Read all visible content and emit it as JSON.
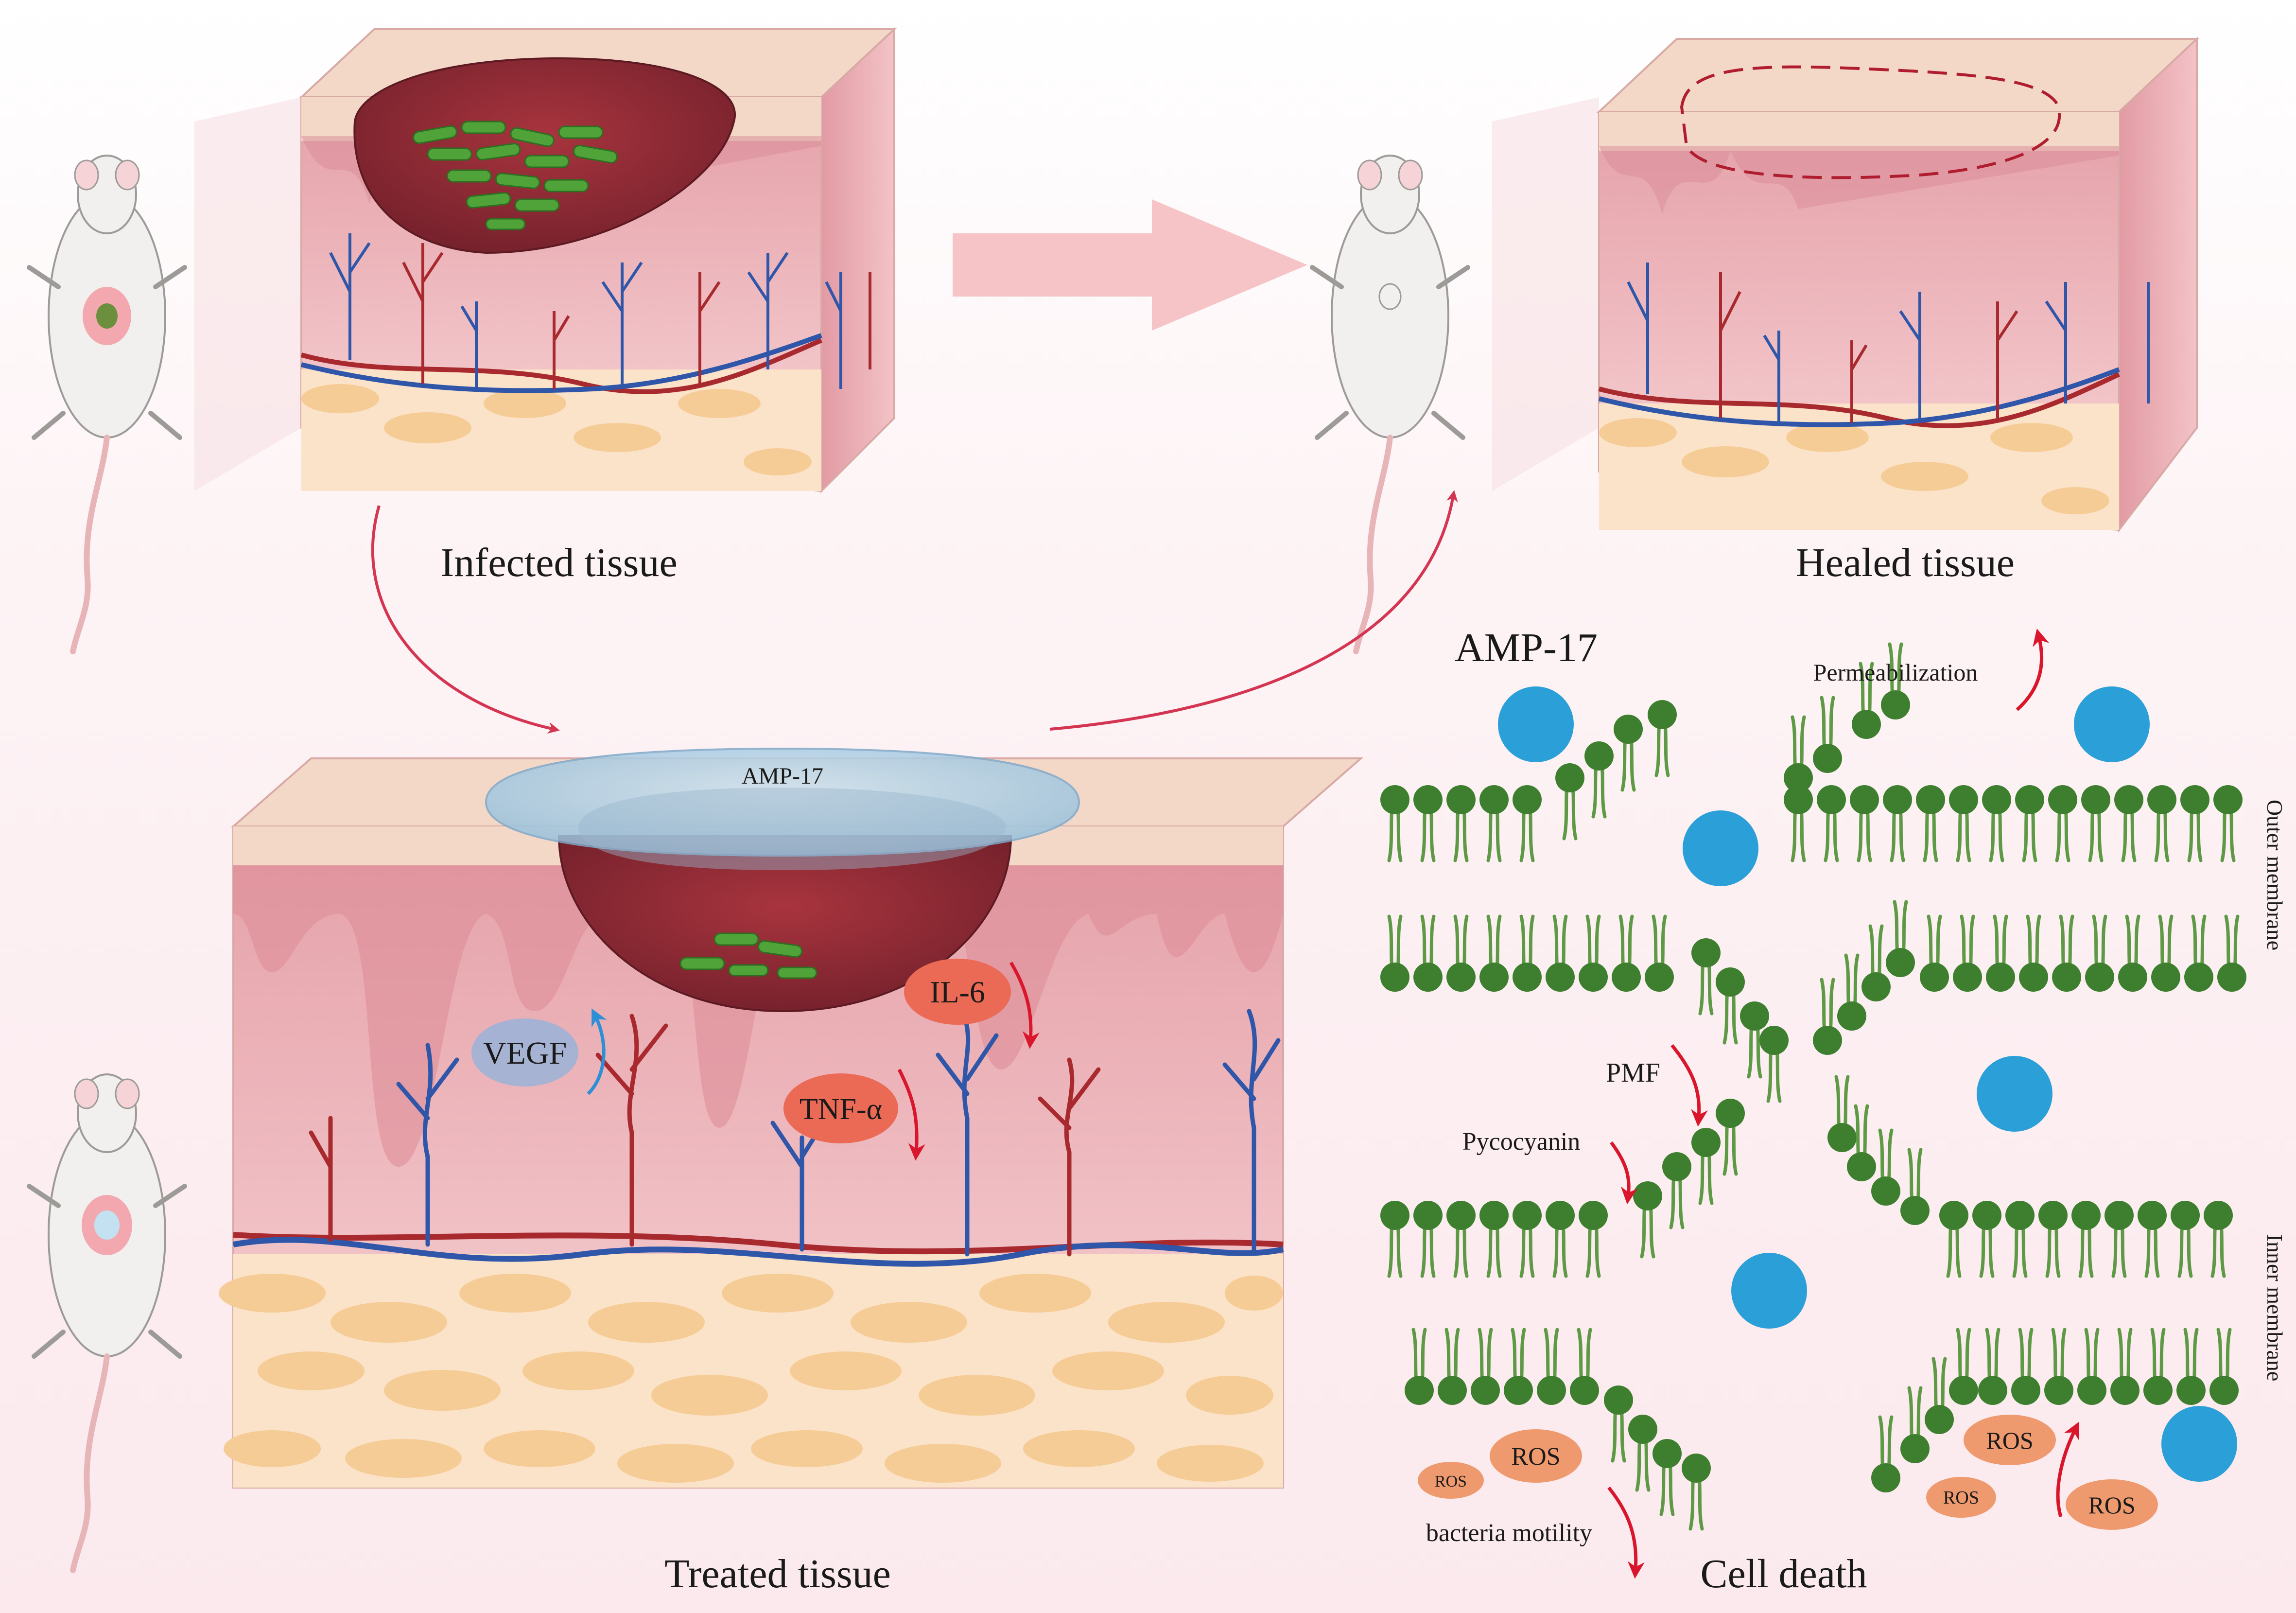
{
  "labels": {
    "infected_tissue": "Infected tissue",
    "healed_tissue": "Healed tissue",
    "treated_tissue": "Treated tissue",
    "cell_death": "Cell death",
    "amp_legend": "AMP-17",
    "amp_gel": "AMP-17",
    "permeabilization": "Permeabilization",
    "outer_membrane": "Outer membrane",
    "inner_membrane": "Inner membrane",
    "pmf": "PMF",
    "pyocyanin": "Pycocyanin",
    "bacteria_motility": "bacteria motility",
    "vegf": "VEGF",
    "il6": "IL-6",
    "tnf": "TNF-α",
    "ros_1": "ROS",
    "ros_2": "ROS",
    "ros_3": "ROS",
    "ros_4": "ROS",
    "ros_5": "ROS"
  },
  "indicators": {
    "vegf": "up",
    "il6": "down",
    "tnf": "down",
    "permeabilization": "up",
    "pmf": "down",
    "pyocyanin": "down",
    "bacteria_motility": "down",
    "ros": "up"
  },
  "colors": {
    "amp_particle": "#2a9fd8",
    "lipid_head": "#3e7f2f",
    "lipid_tail": "#5e9a45",
    "arrow_red": "#d9162c",
    "arrow_blue": "#2f8fd6",
    "vein": "#2f56a8",
    "artery": "#a82a2e",
    "bacteria": "#4fa338",
    "wound": "#8e2a34",
    "ros": "#ef9a6e",
    "flow_arrow": "#f6c4c6"
  }
}
